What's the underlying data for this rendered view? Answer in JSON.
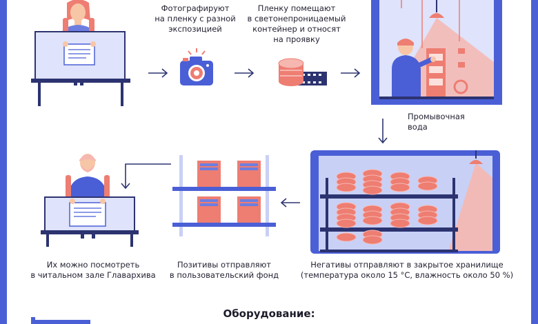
{
  "captions": {
    "photograph": "Фотографируют\nна пленку с разной\nэкспозицией",
    "container": "Пленку помещают\nв светонепроницаемый\nконтейнер и относят\nна проявку",
    "wash_water": "Промывочная\nвода",
    "reading_room": "Их можно посмотреть\nв читальном зале Главархива",
    "positives": "Позитивы отправляют\nв пользовательский фонд",
    "negatives": "Негативы отправляют в закрытое хранилище\n(температура около 15 °С, влажность около 50 %)"
  },
  "equipment_title": "Оборудование:",
  "colors": {
    "frame": "#4a5fd6",
    "blue": "#4a5fd6",
    "navy": "#2c3370",
    "light_blue": "#dfe3fb",
    "pale_blue": "#c9d0f6",
    "salmon": "#ee7d72",
    "pink": "#f6b7b0",
    "pale_pink": "#fbe1dd",
    "skin": "#f7c6a6"
  },
  "icons": {
    "camera": "camera-icon",
    "film": "film-canister-icon",
    "arrow": "arrow-right-icon"
  }
}
